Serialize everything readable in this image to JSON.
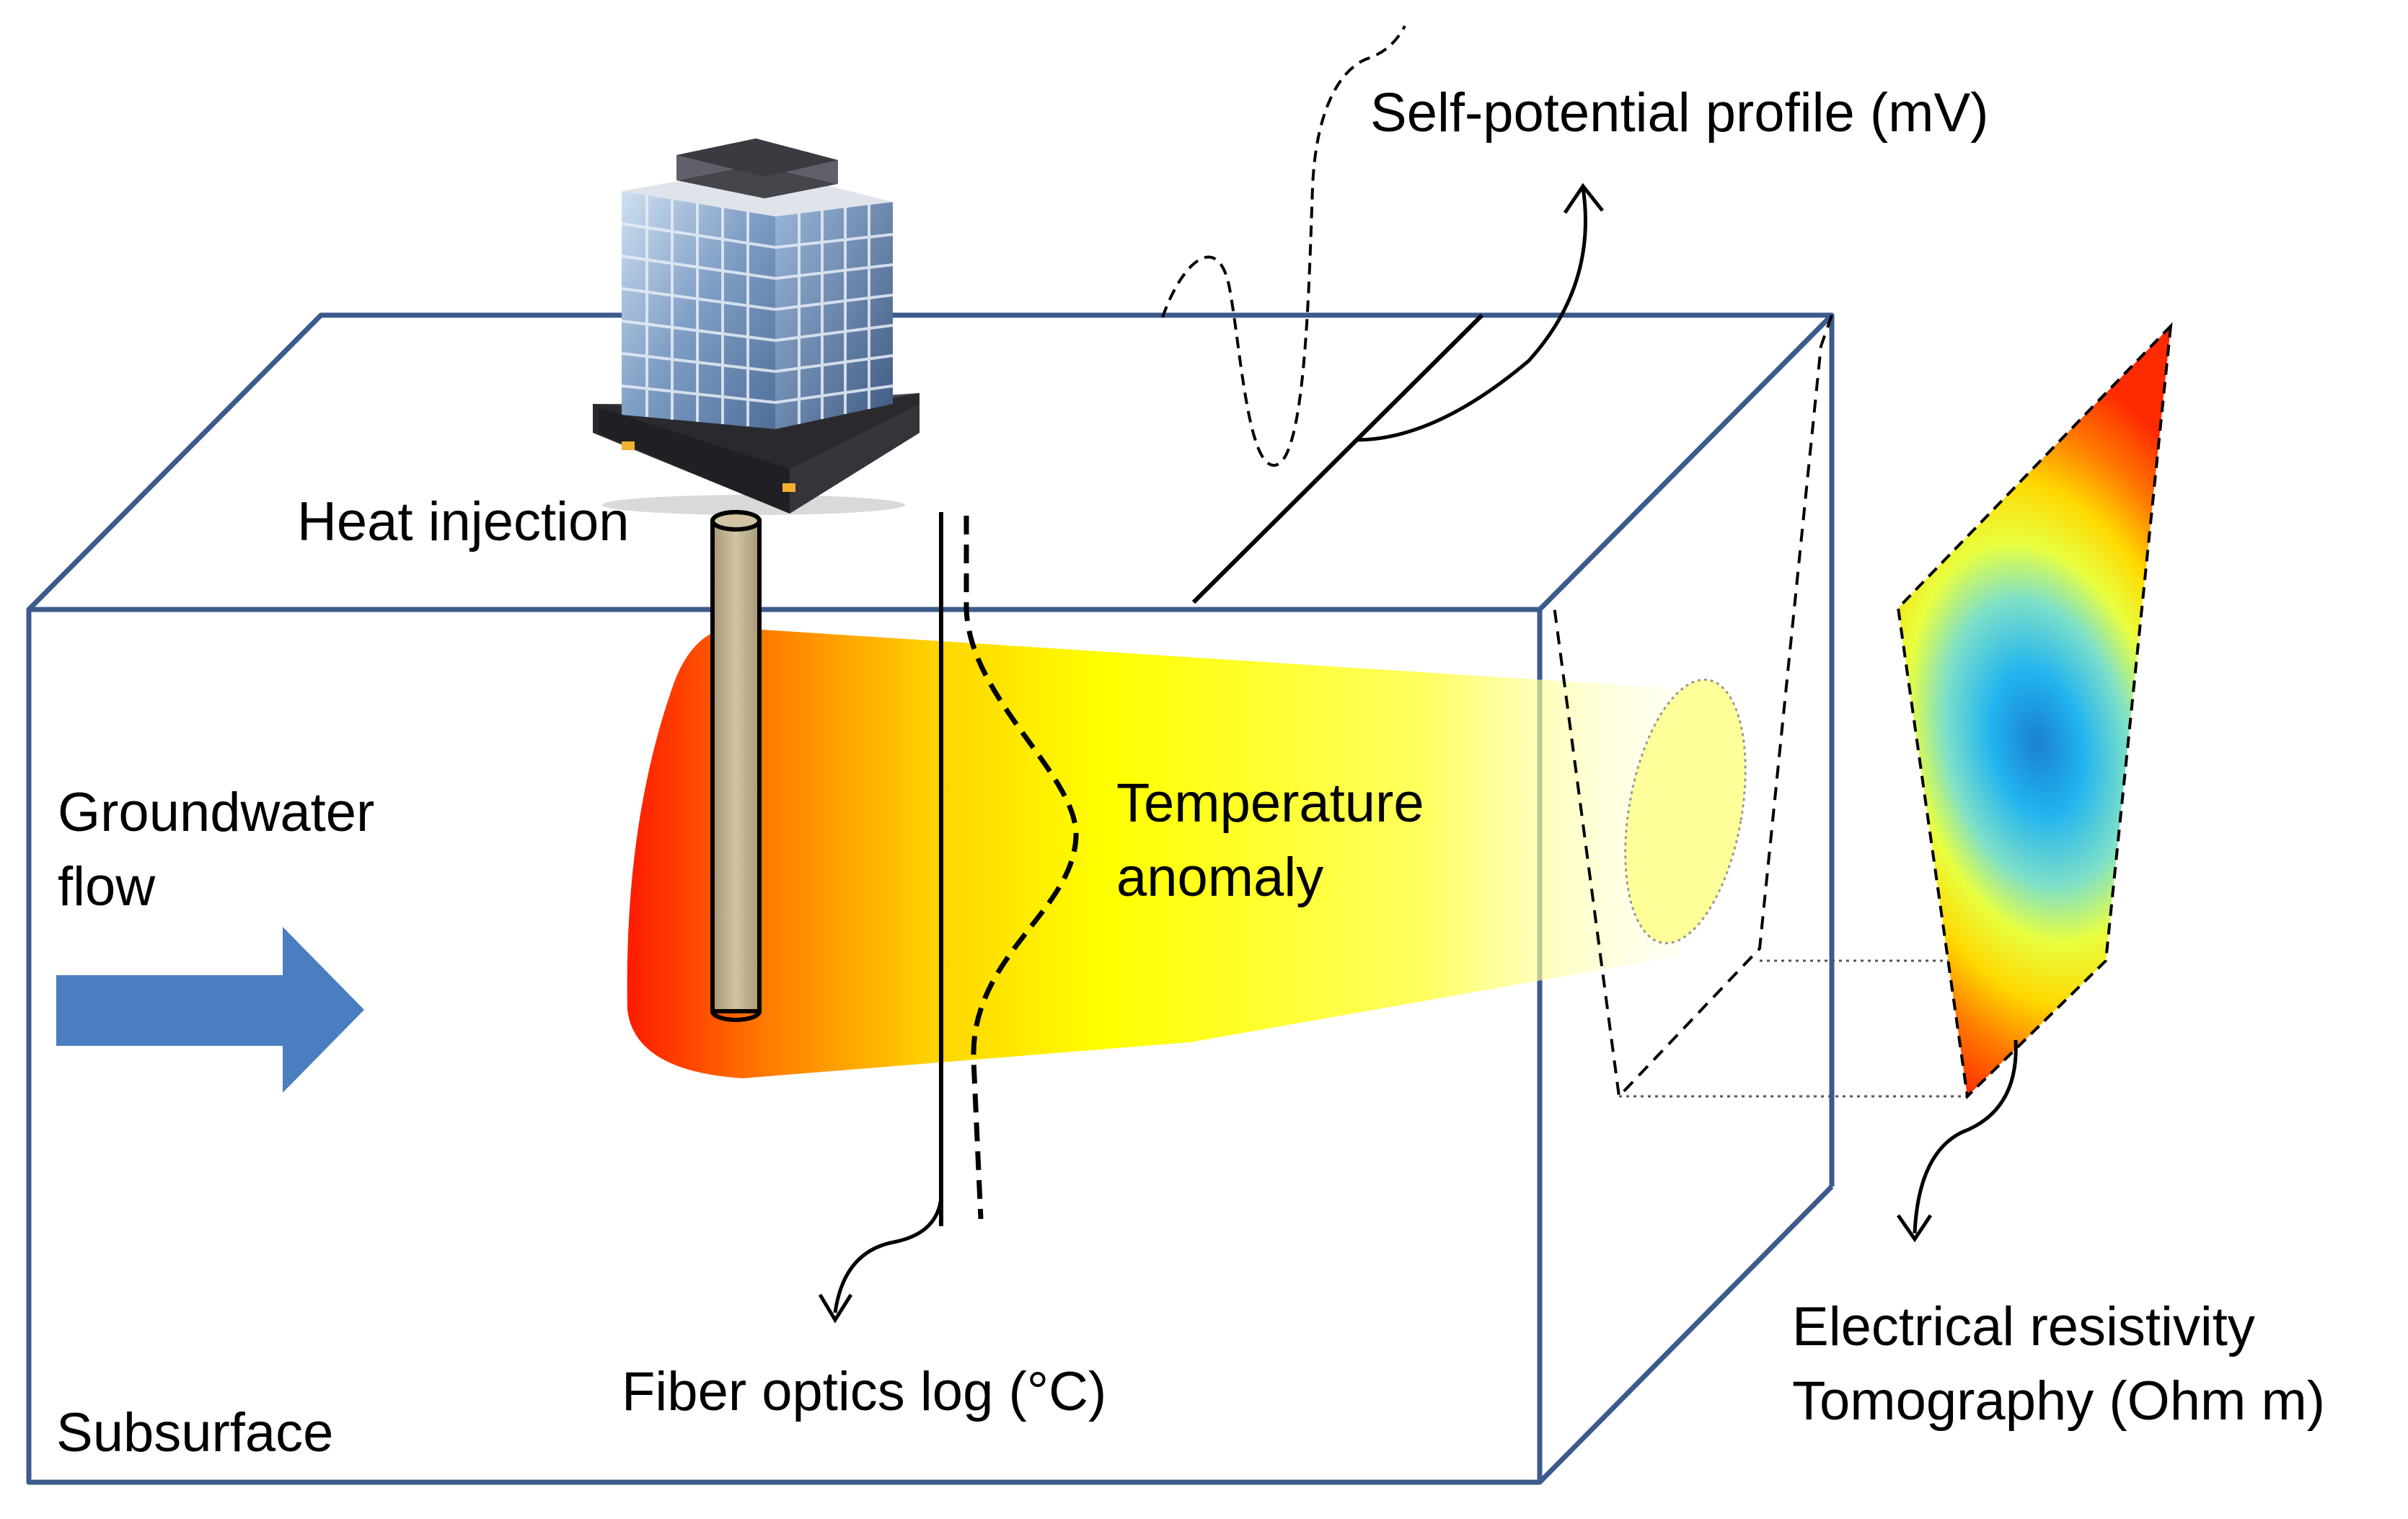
{
  "labels": {
    "heat_injection": "Heat injection",
    "self_potential": "Self-potential profile (mV)",
    "groundwater_line1": "Groundwater",
    "groundwater_line2": "flow",
    "temperature_line1": "Temperature",
    "temperature_line2": "anomaly",
    "fiber_optics": "Fiber optics log (°C)",
    "resistivity_line1": "Electrical resistivity",
    "resistivity_line2": "Tomography (Ohm m)",
    "subsurface": "Subsurface"
  },
  "colors": {
    "box_edge": "#3c5a8c",
    "flow_arrow": "#4a7ec0",
    "plume_hot": "#ff1a00",
    "plume_mid": "#ffd400",
    "plume_cool": "#ffff00",
    "pipe": "#c8b896",
    "ert_low": "#1ea0e6",
    "ert_high": "#ff2a00"
  },
  "icons": {
    "building": "office-building-icon",
    "flow": "arrow-right-icon"
  }
}
